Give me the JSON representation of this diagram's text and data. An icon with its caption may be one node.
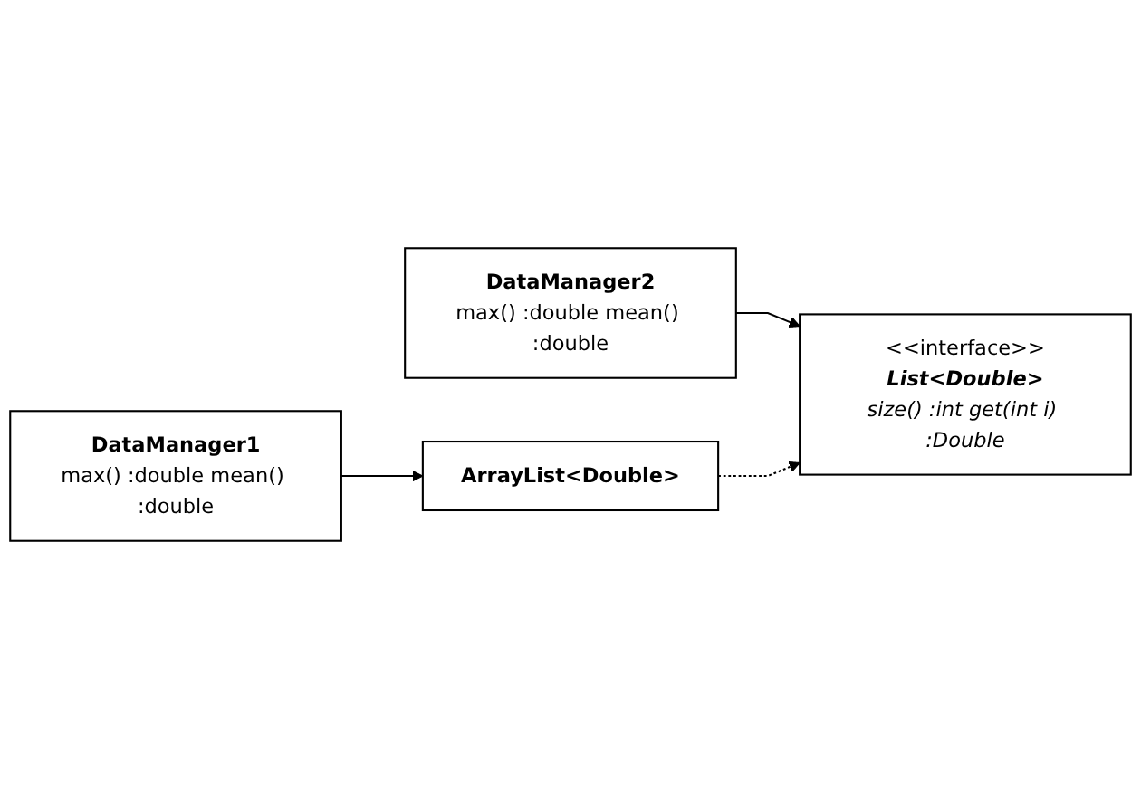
{
  "diagram": {
    "nodes": [
      {
        "text": [
          "DataManager2",
          "max() :double mean() :double"
        ]
      },
      {
        "text": [
          "<<interface>>",
          "List<Double>",
          "size() :int get(int i) :Double"
        ]
      },
      {
        "text": [
          "DataManager1",
          "max() :double mean() :double"
        ]
      },
      {
        "text": [
          "ArrayList<Double>"
        ]
      }
    ],
    "edges": [
      {
        "from": 0,
        "to": 1,
        "arrow": "to"
      },
      {
        "from": 2,
        "to": 3,
        "arrow": "to"
      },
      {
        "from": 3,
        "to": 1,
        "arrow": "to",
        "style": "dashed"
      }
    ]
  }
}
